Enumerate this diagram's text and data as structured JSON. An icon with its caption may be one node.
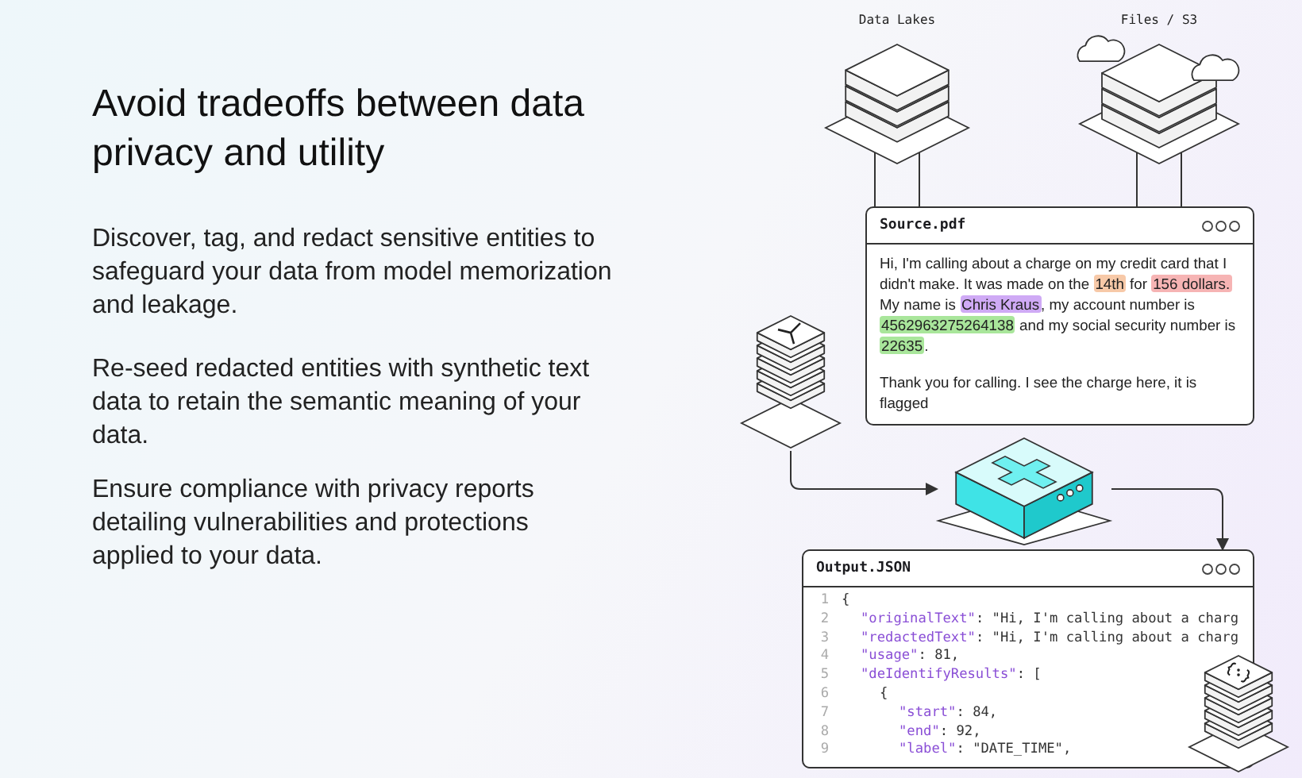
{
  "diagram": {
    "title": "Avoid tradeoffs between data privacy and utility",
    "nodes": [
      {
        "text": [
          "Data Lakes"
        ]
      },
      {
        "text": [
          "Files / S3"
        ]
      },
      {
        "text": [
          "Source.pdf",
          "Hi, I'm calling about a charge on my credit card that I didn't make. It was made on the **14th** for **156 dollars.** My name is **Chris Kraus**, my account number is **4562963275264138** and my social security number is **22635**.",
          "Thank you for calling. I see the charge here, it is flagged"
        ]
      },
      {
        "text": [],
        "shape": "picture"
      },
      {
        "text": [],
        "shape": "picture"
      },
      {
        "text": [
          "Output.JSON",
          "1",
          "{",
          "2",
          "\"originalText\": \"Hi, I'm calling about a charg",
          "3",
          "\"redactedText\": \"Hi, I'm calling about a charg",
          "4",
          "\"usage\": 81,",
          "5",
          "\"deIdentifyResults\": [",
          "6",
          "{",
          "7",
          "\"start\": 84,",
          "8",
          "\"end\": 92,",
          "9",
          "\"label\": \"DATE_TIME\","
        ]
      },
      {
        "text": [],
        "shape": "picture"
      }
    ],
    "edges": [
      {
        "from": 0,
        "to": 2,
        "arrow": "none"
      },
      {
        "from": 0,
        "to": 2,
        "arrow": "none"
      },
      {
        "from": 1,
        "to": 2,
        "arrow": "none"
      },
      {
        "from": 1,
        "to": 2,
        "arrow": "none"
      },
      {
        "from": 3,
        "to": 4,
        "arrow": "to"
      },
      {
        "from": 4,
        "to": 5,
        "arrow": "to"
      }
    ],
    "labels": [
      "Discover, tag, and redact sensitive entities to safeguard your data from model memorization and leakage.",
      "Re-seed redacted entities with synthetic text data to retain the semantic meaning of your data.",
      "Ensure compliance with privacy reports detailing vulnerabilities and protections applied to your data."
    ]
  }
}
